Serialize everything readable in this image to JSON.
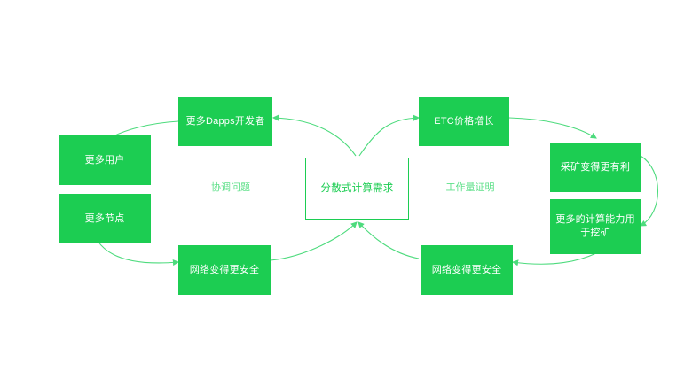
{
  "diagram": {
    "title_text": "",
    "background_color": "#ffffff",
    "accent_color": "#1ccd52",
    "node_fill_color": "#1ccd52",
    "node_text_color": "#ffffff",
    "edge_color": "#4ddb7d",
    "label_color": "#5fe08a",
    "center_node": {
      "label": "分散式计算需求"
    },
    "left_cycle_label": "协调问题",
    "right_cycle_label": "工作量证明",
    "nodes": [
      {
        "id": "more-dapps-developers",
        "label": "更多Dapps开发者"
      },
      {
        "id": "more-users",
        "label": "更多用户"
      },
      {
        "id": "more-nodes",
        "label": "更多节点"
      },
      {
        "id": "network-more-secure-left",
        "label": "网络变得更安全"
      },
      {
        "id": "etc-price-growth",
        "label": "ETC价格增长"
      },
      {
        "id": "mining-more-profitable",
        "label": "采矿变得更有利"
      },
      {
        "id": "more-compute-for-mining",
        "label": "更多的计算能力用于挖矿"
      },
      {
        "id": "network-more-secure-right",
        "label": "网络变得更安全"
      }
    ],
    "edges": [
      {
        "from": "分散式计算需求",
        "to": "更多Dapps开发者"
      },
      {
        "from": "更多Dapps开发者",
        "to": "更多用户"
      },
      {
        "from": "更多节点",
        "to": "网络变得更安全"
      },
      {
        "from": "网络变得更安全",
        "to": "分散式计算需求"
      },
      {
        "from": "分散式计算需求",
        "to": "ETC价格增长"
      },
      {
        "from": "ETC价格增长",
        "to": "采矿变得更有利"
      },
      {
        "from": "采矿变得更有利",
        "to": "更多的计算能力用于挖矿"
      },
      {
        "from": "更多的计算能力用于挖矿",
        "to": "网络变得更安全"
      },
      {
        "from": "网络变得更安全",
        "to": "分散式计算需求"
      }
    ]
  }
}
